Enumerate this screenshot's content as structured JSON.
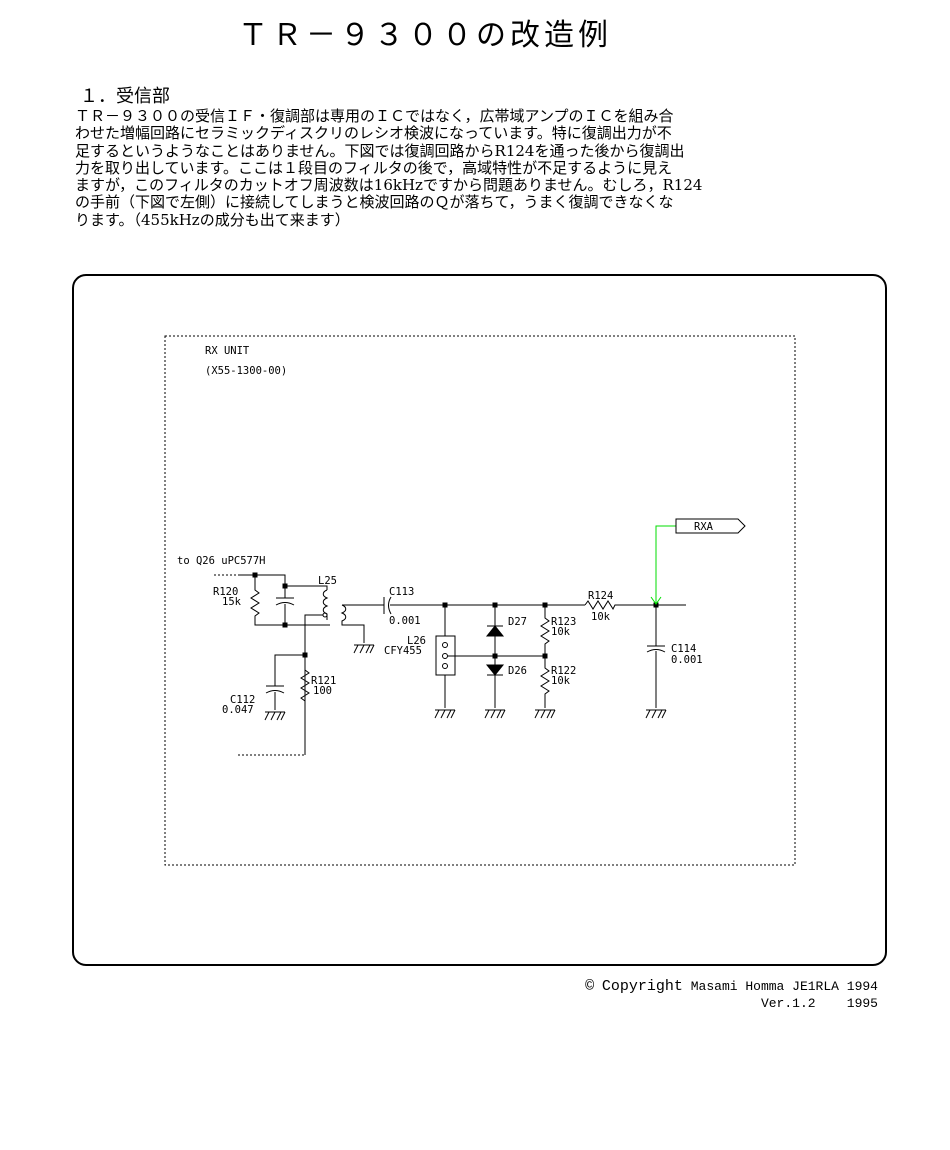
{
  "title": "ＴＲ－９３００の改造例",
  "section": {
    "heading": "１．受信部",
    "lines": [
      "ＴＲ－９３００の受信ＩＦ・復調部は専用のＩＣではなく，広帯域アンプのＩＣを組み合",
      "わせた増幅回路にセラミックディスクリのレシオ検波になっています。特に復調出力が不",
      "足するというようなことはありません。下図では復調回路からR124を通った後から復調出",
      "力を取り出しています。ここは１段目のフィルタの後で，高域特性が不足するように見え",
      "ますが，このフィルタのカットオフ周波数は16kHzですから問題ありません。むしろ，R124",
      "の手前（下図で左側）に接続してしまうと検波回路のＱが落ちて，うまく復調できなくな",
      "ります。（455kHzの成分も出て来ます）"
    ]
  },
  "schematic": {
    "unit_name": "RX UNIT",
    "unit_code": "(X55-1300-00)",
    "source_label": "to Q26 uPC577H",
    "output_label": "RXA",
    "output_wire_color": "#00dd00",
    "components": {
      "r120": {
        "ref": "R120",
        "value": "15k"
      },
      "l25": {
        "ref": "L25"
      },
      "c113": {
        "ref": "C113",
        "value": "0.001"
      },
      "l26": {
        "ref": "L26",
        "value": "CFY455"
      },
      "d27": {
        "ref": "D27"
      },
      "d26": {
        "ref": "D26"
      },
      "r123": {
        "ref": "R123",
        "value": "10k"
      },
      "r122": {
        "ref": "R122",
        "value": "10k"
      },
      "r124": {
        "ref": "R124",
        "value": "10k"
      },
      "c114": {
        "ref": "C114",
        "value": "0.001"
      },
      "c112": {
        "ref": "C112",
        "value": "0.047"
      },
      "r121": {
        "ref": "R121",
        "value": "100"
      }
    }
  },
  "footer": {
    "copyright_symbol": "©",
    "copyright_word": "Copyright",
    "author": "Masami Homma JE1RLA",
    "year": "1994",
    "version": "Ver.1.2",
    "version_year": "1995"
  }
}
